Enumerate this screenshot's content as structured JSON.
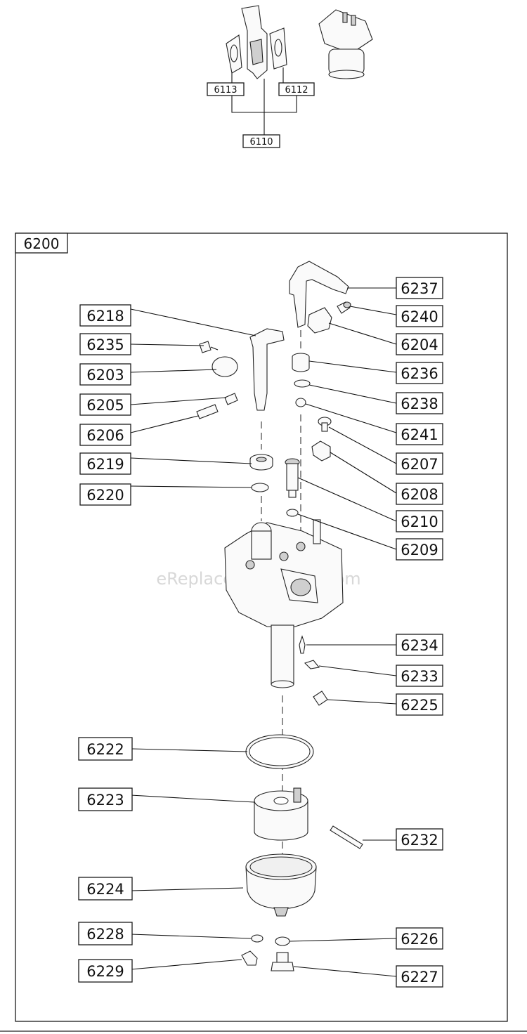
{
  "watermark": "eReplacementParts.com",
  "kit_labels": {
    "gasket_left": "6113",
    "gasket_right": "6112",
    "kit": "6110"
  },
  "group_label": "6200",
  "part_labels": {
    "p6237": "6237",
    "p6240": "6240",
    "p6204": "6204",
    "p6236": "6236",
    "p6238": "6238",
    "p6241": "6241",
    "p6207": "6207",
    "p6208": "6208",
    "p6210": "6210",
    "p6209": "6209",
    "p6234": "6234",
    "p6233": "6233",
    "p6225": "6225",
    "p6232": "6232",
    "p6226": "6226",
    "p6227": "6227",
    "p6218": "6218",
    "p6235": "6235",
    "p6203": "6203",
    "p6205": "6205",
    "p6206": "6206",
    "p6219": "6219",
    "p6220": "6220",
    "p6222": "6222",
    "p6223": "6223",
    "p6224": "6224",
    "p6228": "6228",
    "p6229": "6229"
  }
}
